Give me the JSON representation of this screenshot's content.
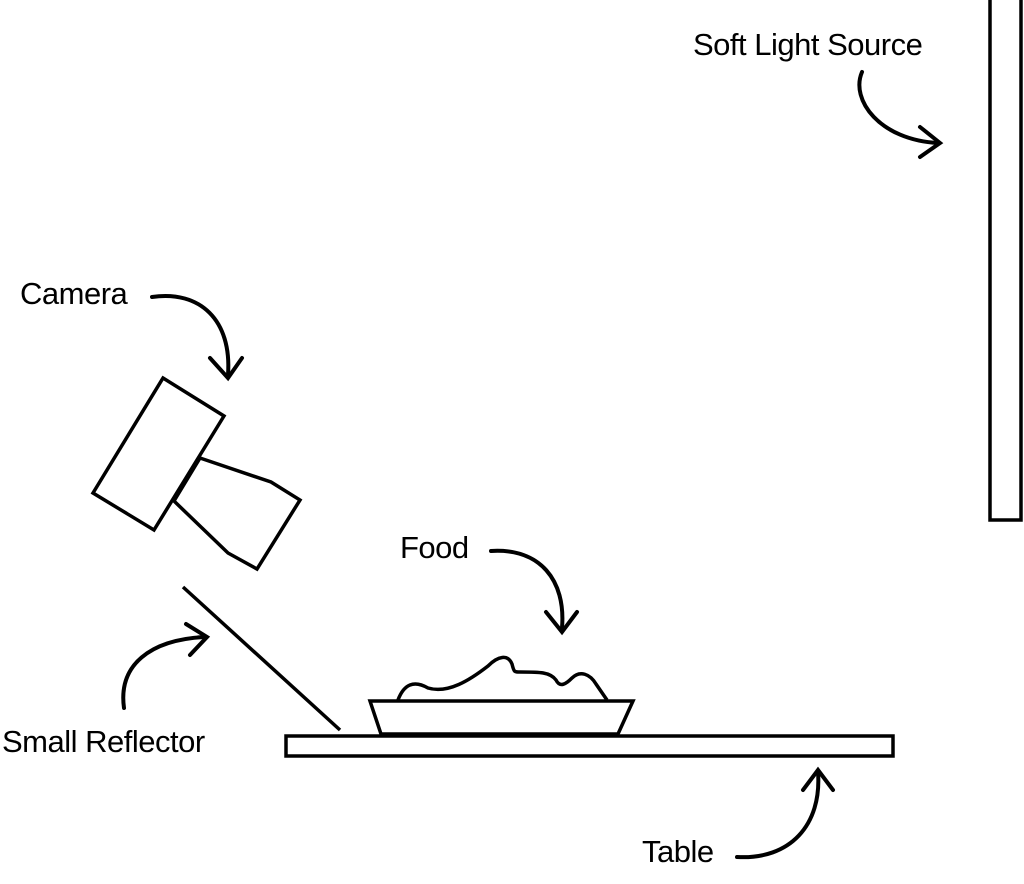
{
  "labels": {
    "light": "Soft Light Source",
    "camera": "Camera",
    "food": "Food",
    "reflector": "Small Reflector",
    "table": "Table"
  },
  "colors": {
    "stroke": "#000000",
    "background": "#ffffff"
  }
}
